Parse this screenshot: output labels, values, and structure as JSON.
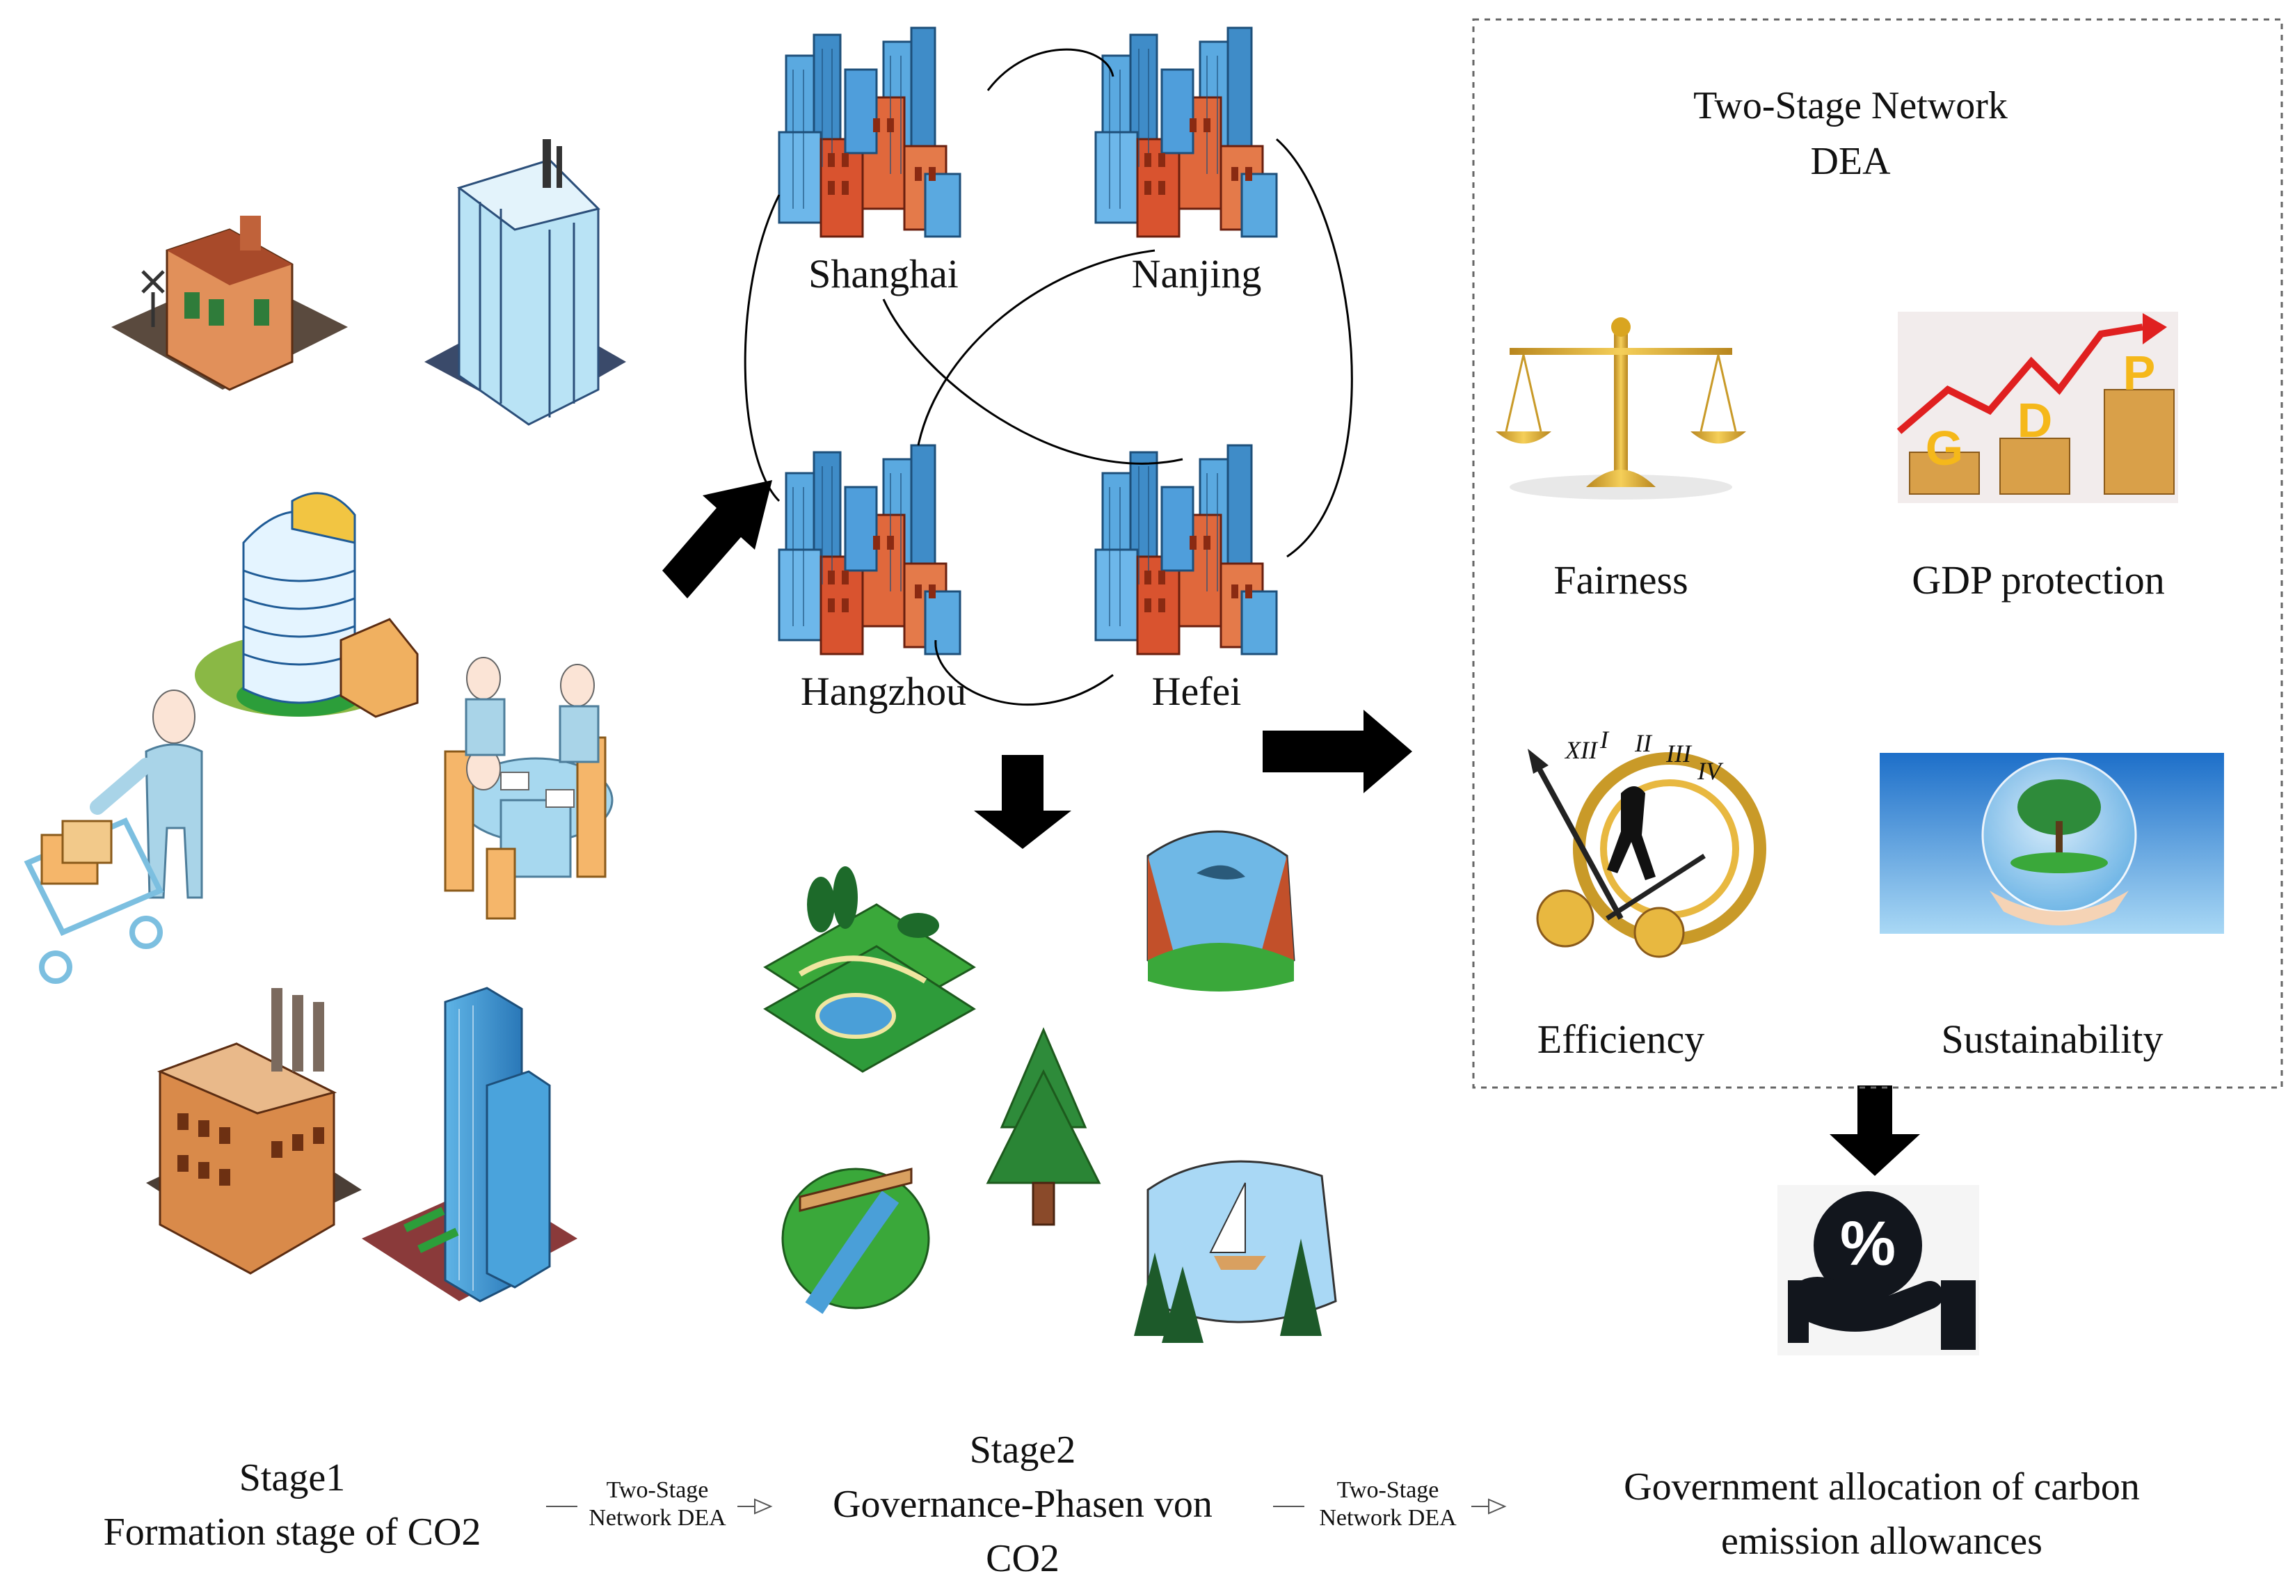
{
  "cities": {
    "shanghai": "Shanghai",
    "nanjing": "Nanjing",
    "hangzhou": "Hangzhou",
    "hefei": "Hefei"
  },
  "dea_box": {
    "title_line1": "Two-Stage Network",
    "title_line2": "DEA",
    "fairness": "Fairness",
    "gdp_protection": "GDP protection",
    "efficiency": "Efficiency",
    "sustainability": "Sustainability",
    "gdp_letters": [
      "G",
      "D",
      "P"
    ],
    "percent": "%",
    "clock_numerals": [
      "XII",
      "I",
      "II",
      "III",
      "IV"
    ]
  },
  "bottom": {
    "stage1_line1": "Stage1",
    "stage1_line2": "Formation stage of CO2",
    "connector1_line1": "Two-Stage",
    "connector1_line2": "Network DEA",
    "stage2_line1": "Stage2",
    "stage2_line2": "Governance-Phasen von",
    "stage2_line3": "CO2",
    "connector2_line1": "Two-Stage",
    "connector2_line2": "Network DEA",
    "gov_line1": "Government allocation of carbon",
    "gov_line2": "emission allowances"
  },
  "colors": {
    "building_blue": "#4a9fd8",
    "building_red": "#d9532f",
    "grass_green": "#2e9b3a",
    "arrow_black": "#000000",
    "gold": "#d9a520"
  }
}
